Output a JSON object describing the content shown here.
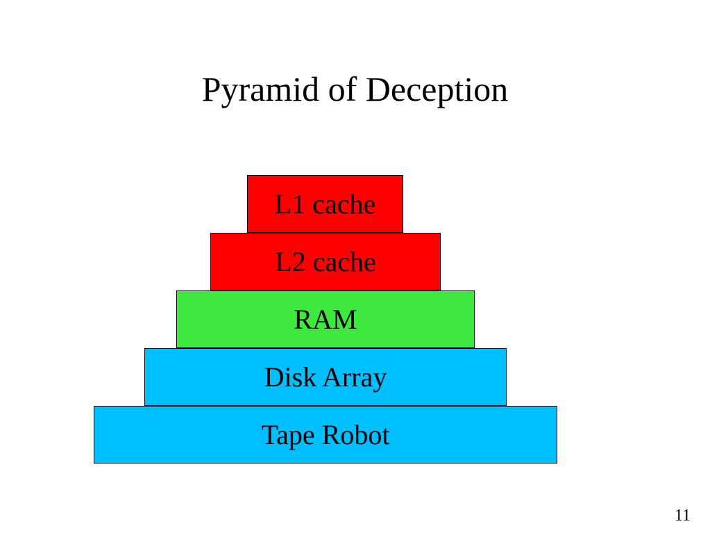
{
  "slide": {
    "title": "Pyramid of Deception",
    "page_number": "11"
  },
  "pyramid": {
    "layers": [
      {
        "label": "L1 cache",
        "color": "#ff0000"
      },
      {
        "label": "L2 cache",
        "color": "#ff0000"
      },
      {
        "label": "RAM",
        "color": "#3ee83e"
      },
      {
        "label": "Disk Array",
        "color": "#00bfff"
      },
      {
        "label": "Tape Robot",
        "color": "#00bfff"
      }
    ]
  }
}
